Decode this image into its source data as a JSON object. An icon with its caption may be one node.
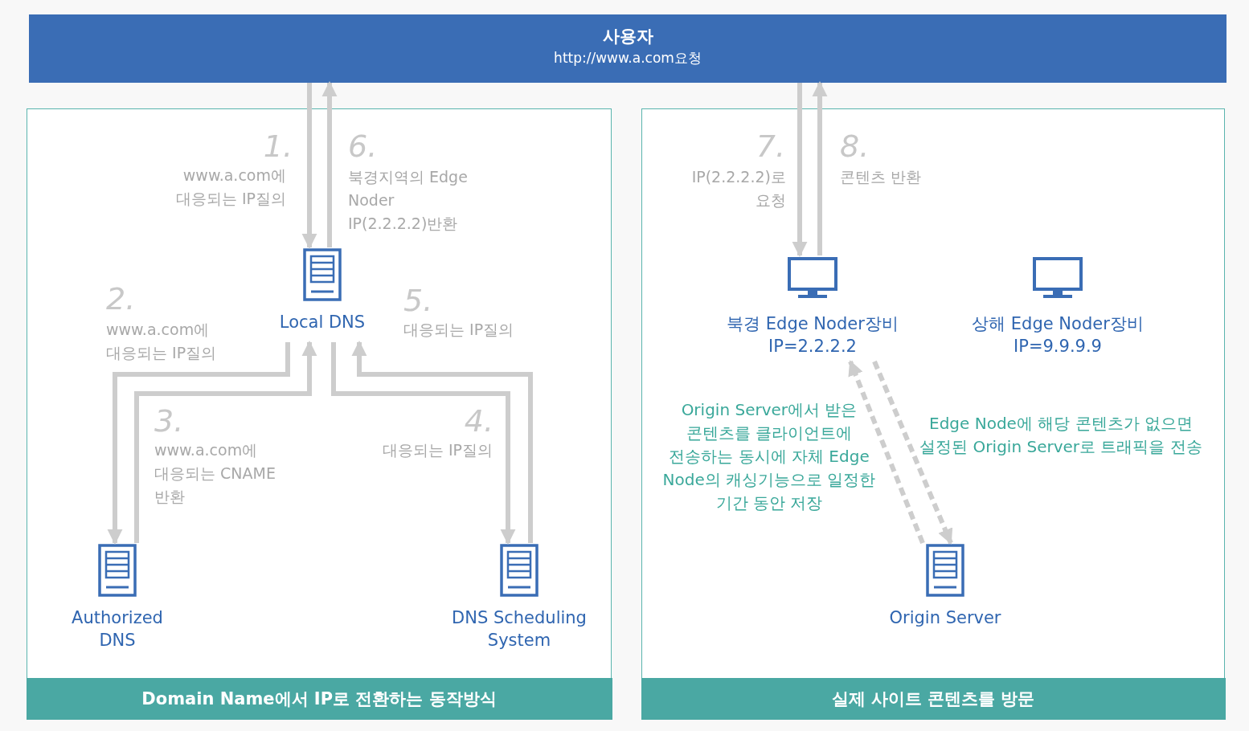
{
  "diagram": {
    "nodes": [
      {
        "text": [
          "사용자",
          "http://www.a.com요청"
        ]
      },
      {
        "text": [
          "Domain Name에서 IP로 전환하는 동작방식"
        ]
      },
      {
        "text": [
          "실제 사이트 콘텐츠를 방문"
        ]
      },
      {
        "text": [
          "Local DNS"
        ],
        "in": 1
      },
      {
        "text": [
          "Authorized DNS"
        ],
        "in": 1
      },
      {
        "text": [
          "DNS Scheduling System"
        ],
        "in": 1
      },
      {
        "text": [
          "북경 Edge Noder장비 IP=2.2.2.2"
        ],
        "in": 2
      },
      {
        "text": [
          "상해 Edge Noder장비 IP=9.9.9.9"
        ],
        "in": 2
      },
      {
        "text": [
          "Origin Server"
        ],
        "in": 2
      }
    ],
    "edges": [
      {
        "from": 0,
        "to": 3,
        "arrow": "to",
        "label": "1."
      },
      {
        "from": 3,
        "to": 0,
        "arrow": "to",
        "label": "6."
      },
      {
        "from": 3,
        "to": 4,
        "arrow": "to",
        "label": "2."
      },
      {
        "from": 4,
        "to": 3,
        "arrow": "to",
        "label": "3."
      },
      {
        "from": 3,
        "to": 5,
        "arrow": "to",
        "label": "4."
      },
      {
        "from": 5,
        "to": 3,
        "arrow": "to",
        "label": "5."
      },
      {
        "from": 0,
        "to": 6,
        "arrow": "to",
        "label": "7."
      },
      {
        "from": 6,
        "to": 0,
        "arrow": "to",
        "label": "8."
      },
      {
        "from": 8,
        "to": 6,
        "arrow": "to",
        "style": "dashed"
      },
      {
        "from": 6,
        "to": 8,
        "arrow": "to",
        "style": "dashed"
      }
    ],
    "labels": [
      "www.a.com에 대응되는 IP질의",
      "북경지역의 Edge Noder IP(2.2.2.2)반환",
      "www.a.com에 대응되는 IP질의",
      "대응되는 IP질의",
      "www.a.com에 대응되는 CNAME 반환",
      "대응되는 IP질의",
      "IP(2.2.2.2)로 요청",
      "콘텐츠 반환",
      "Origin Server에서 받은 콘텐츠를 클라이언트에 전송하는 동시에 자체 Edge Node의 캐싱기능으로 일정한 기간 동안 저장",
      "Edge Node에 해당 콘텐츠가 없으면 설정된 Origin Server로 트래픽을 전송"
    ]
  }
}
